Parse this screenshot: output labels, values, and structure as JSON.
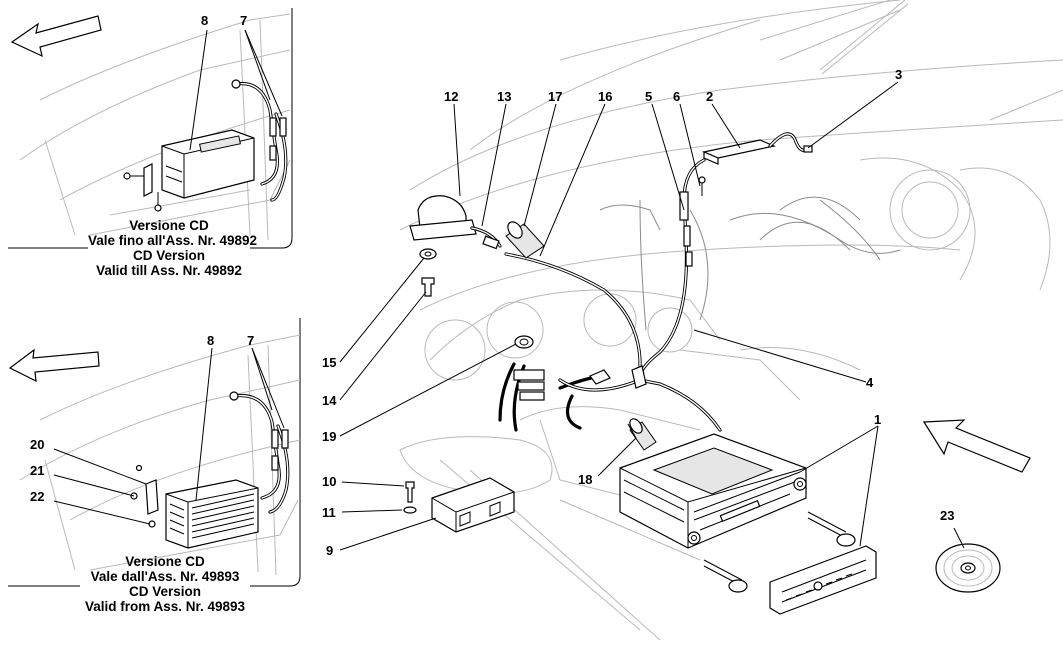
{
  "callouts": {
    "c1": "1",
    "c2": "2",
    "c3": "3",
    "c4": "4",
    "c5": "5",
    "c6": "6",
    "c7a": "7",
    "c7b": "7",
    "c8a": "8",
    "c8b": "8",
    "c9": "9",
    "c10": "10",
    "c11": "11",
    "c12": "12",
    "c13": "13",
    "c14": "14",
    "c15": "15",
    "c16": "16",
    "c17": "17",
    "c18": "18",
    "c19": "19",
    "c20": "20",
    "c21": "21",
    "c22": "22",
    "c23": "23"
  },
  "inset_top": {
    "line1": "Versione CD",
    "line2": "Vale fino all'Ass. Nr. 49892",
    "line3": "CD Version",
    "line4": "Valid till Ass. Nr. 49892"
  },
  "inset_bottom": {
    "line1": "Versione CD",
    "line2": "Vale dall'Ass. Nr. 49893",
    "line3": "CD Version",
    "line4": "Valid from Ass. Nr. 49893"
  }
}
